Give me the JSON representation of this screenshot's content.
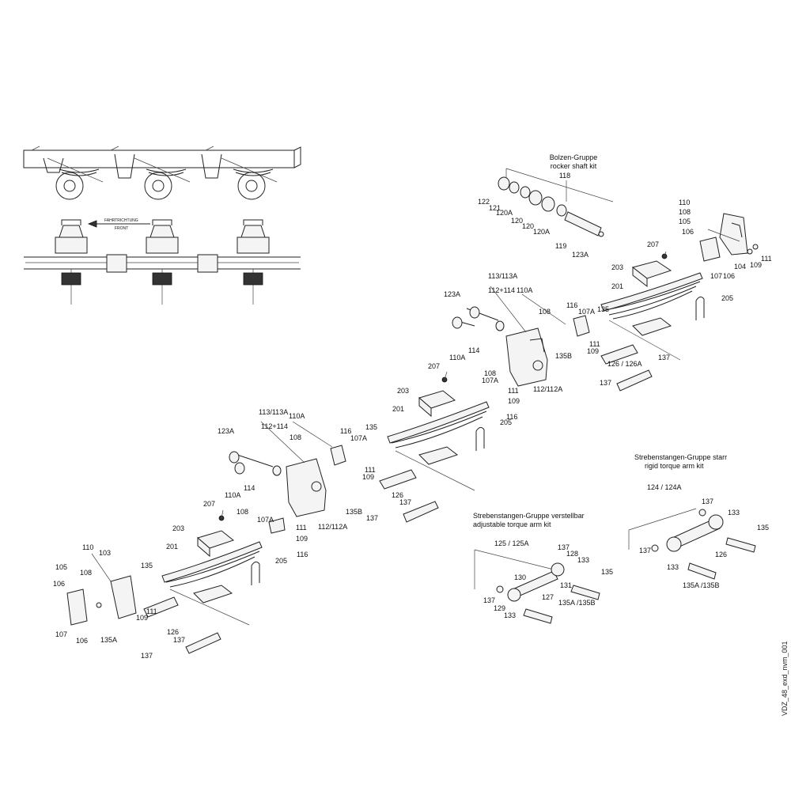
{
  "overview": {
    "direction_de": "FAHRTRICHTUNG",
    "direction_en": "FRONT"
  },
  "kits": {
    "rocker_shaft": {
      "title_de": "Bolzen-Gruppe",
      "title_en": "rocker shaft kit",
      "number": "118"
    },
    "adjustable_torque_arm": {
      "title_de": "Strebenstangen-Gruppe verstellbar",
      "title_en": "adjustable torque arm kit",
      "number": "125 / 125A"
    },
    "rigid_torque_arm": {
      "title_de": "Strebenstangen-Gruppe starr",
      "title_en": "rigid torque arm kit",
      "number": "124 / 124A"
    }
  },
  "document_id": "VDZ_48_exd_nvm_001",
  "callouts": [
    "122",
    "121",
    "120A",
    "120",
    "120",
    "120A",
    "119",
    "123A",
    "110",
    "108",
    "105",
    "106",
    "104",
    "109",
    "111",
    "107",
    "106",
    "207",
    "203",
    "201",
    "205",
    "113/113A",
    "112+114",
    "110A",
    "123A",
    "108",
    "116",
    "107A",
    "135",
    "111",
    "109",
    "114",
    "110A",
    "135B",
    "126 / 126A",
    "137",
    "137",
    "108",
    "107A",
    "111",
    "109",
    "112/112A",
    "116",
    "207",
    "203",
    "201",
    "205",
    "113/113A",
    "110A",
    "112+114",
    "123A",
    "108",
    "116",
    "107A",
    "135",
    "111",
    "109",
    "114",
    "110A",
    "135B",
    "137",
    "126",
    "137",
    "108",
    "107A",
    "111",
    "109",
    "112/112A",
    "116",
    "207",
    "203",
    "201",
    "205",
    "110",
    "103",
    "108",
    "135",
    "105",
    "106",
    "109",
    "111",
    "107",
    "106",
    "135A",
    "126",
    "137",
    "137",
    "124 / 124A",
    "137",
    "133",
    "135",
    "137",
    "126",
    "133",
    "135A /135B",
    "137",
    "128",
    "133",
    "130",
    "135",
    "131",
    "127",
    "137",
    "129",
    "133",
    "135A /135B"
  ]
}
